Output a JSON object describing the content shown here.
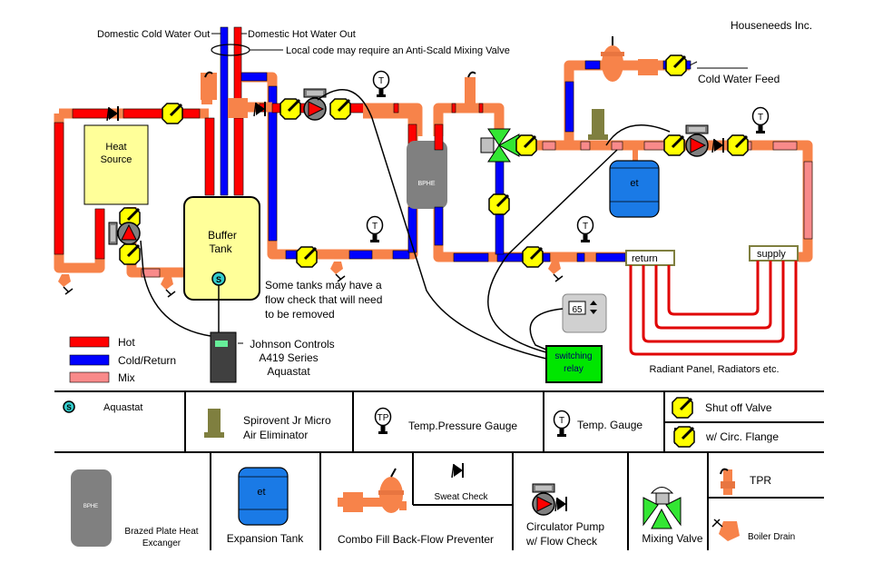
{
  "company": "Houseneeds Inc.",
  "colors": {
    "hot": "#ff0000",
    "cold_return": "#0000ff",
    "mix": "#f98a8a",
    "fitting": "#f7834a",
    "valve_yellow": "#ffff00",
    "tank_yellow": "#ffff99",
    "bphe_gray": "#808080",
    "et_blue": "#1a7ae6",
    "relay_green": "#00e600",
    "spirovent_olive": "#7f7f3f",
    "mixing_valve_green": "#33e633"
  },
  "labels": {
    "domestic_cold": "Domestic Cold Water Out",
    "domestic_hot": "Domestic Hot Water Out",
    "anti_scald": "Local code may require an Anti-Scald Mixing Valve",
    "cold_water_feed": "Cold Water Feed",
    "heat_source": [
      "Heat",
      "Source"
    ],
    "buffer_tank": [
      "Buffer",
      "Tank"
    ],
    "bphe": "BPHE",
    "et": "et",
    "flow_check_note": [
      "Some tanks may have a",
      "flow check that will need",
      "to be removed"
    ],
    "johnson": [
      "Johnson Controls",
      "A419 Series",
      "Aquastat"
    ],
    "thermostat_value": "65",
    "switching_relay": [
      "switching",
      "relay"
    ],
    "return": "return",
    "supply": "supply",
    "radiant": "Radiant Panel, Radiators etc.",
    "gauge_t": "T",
    "gauge_tp": "TP",
    "aquastat_s": "S"
  },
  "color_legend": [
    {
      "label": "Hot",
      "color": "#ff0000"
    },
    {
      "label": "Cold/Return",
      "color": "#0000ff"
    },
    {
      "label": "Mix",
      "color": "#f98a8a"
    }
  ],
  "symbol_legend": {
    "aquastat": "Aquastat",
    "spirovent": [
      "Spirovent Jr Micro",
      "Air Eliminator"
    ],
    "tp_gauge": "Temp.Pressure Gauge",
    "temp_gauge": "Temp. Gauge",
    "shutoff": "Shut off Valve",
    "circ_flange": "w/ Circ. Flange",
    "bphe": [
      "Brazed Plate Heat",
      "Excanger"
    ],
    "expansion_tank": "Expansion Tank",
    "combo_fill": "Combo Fill Back-Flow Preventer",
    "sweat_check": "Sweat Check",
    "circ_pump": [
      "Circulator Pump",
      "w/ Flow Check"
    ],
    "mixing_valve": "Mixing Valve",
    "tpr": "TPR",
    "boiler_drain": "Boiler Drain"
  }
}
